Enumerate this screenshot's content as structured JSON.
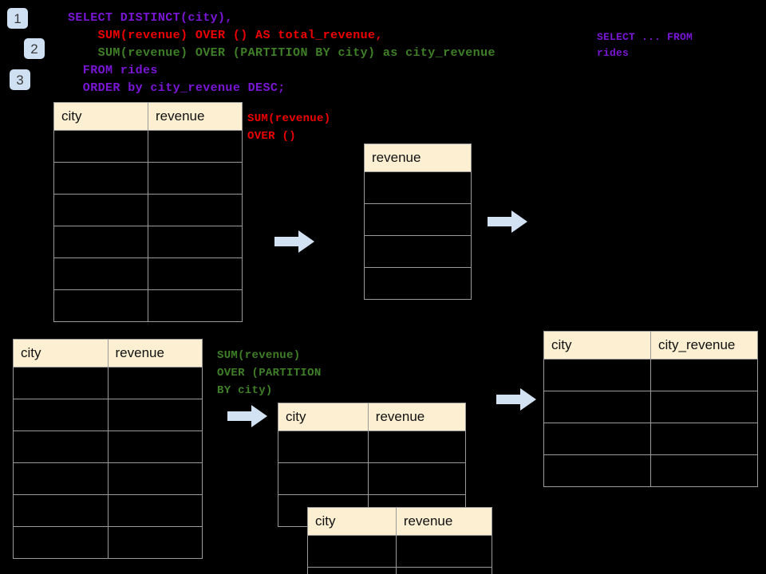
{
  "steps": [
    {
      "label": "1"
    },
    {
      "label": "2"
    },
    {
      "label": "3"
    }
  ],
  "sql": {
    "line1": "SELECT DISTINCT(city),",
    "line2": "    SUM(revenue) OVER () AS total_revenue,",
    "line3": "    SUM(revenue) OVER (PARTITION BY city) as city_revenue",
    "line4": "  FROM rides",
    "line5": "  ORDER by city_revenue DESC;"
  },
  "annotations": {
    "side_select": "SELECT ... FROM\nrides",
    "sum_over_empty": "SUM(revenue)\nOVER ()",
    "sum_over_partition": "SUM(revenue)\nOVER (PARTITION\nBY city)"
  },
  "colors": {
    "keyword_purple": "#7a16d6",
    "total_revenue_red": "#ee0000",
    "city_revenue_green": "#3f7f27",
    "badge_blue": "#cfe0f2",
    "arrow_blue": "#d2e2f2",
    "header_cream": "#fcefd2",
    "grid_gray": "#9b9b9b",
    "background": "#000000"
  },
  "tables": {
    "rides_source": {
      "headers": [
        "city",
        "revenue"
      ],
      "row_count": 6
    },
    "total_revenue": {
      "headers": [
        "revenue"
      ],
      "row_count": 4
    },
    "rides_source_2": {
      "headers": [
        "city",
        "revenue"
      ],
      "row_count": 6
    },
    "partition_back": {
      "headers": [
        "city",
        "revenue"
      ],
      "row_count": 3
    },
    "partition_front": {
      "headers": [
        "city",
        "revenue"
      ],
      "row_count": 2
    },
    "result": {
      "headers": [
        "city",
        "city_revenue"
      ],
      "row_count": 4
    }
  },
  "arrows": [
    {
      "name": "arrow-source-to-total"
    },
    {
      "name": "arrow-total-to-result"
    },
    {
      "name": "arrow-source2-to-partition"
    },
    {
      "name": "arrow-partition-to-result"
    }
  ]
}
